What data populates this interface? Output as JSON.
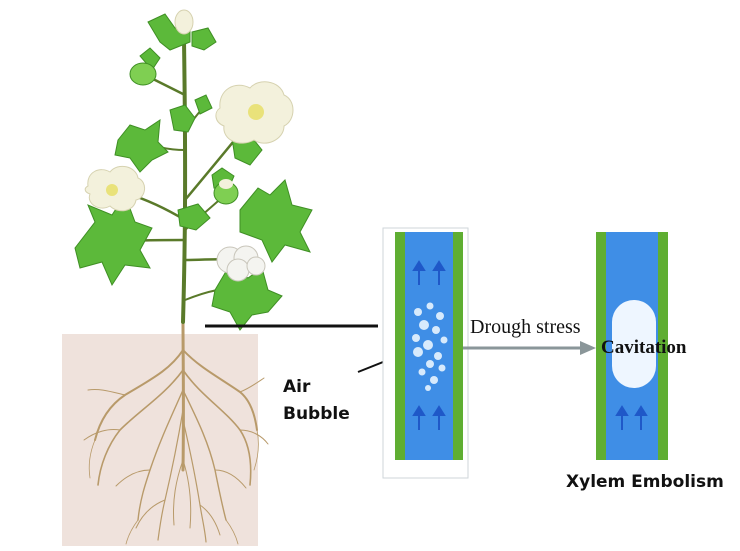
{
  "labels": {
    "air_bubble_line1": "Air",
    "air_bubble_line2": "Bubble",
    "drought_stress": "Drough stress",
    "cavitation": "Cavitation",
    "xylem_embolism": "Xylem Embolism"
  },
  "colors": {
    "leaf": "#5cb93a",
    "leaf_dark": "#3f8f24",
    "stem": "#5a7a2a",
    "flower": "#f3f1dc",
    "flower_center": "#e9e27a",
    "soil": "#efe2dc",
    "root": "#b89a6a",
    "xylem_wall": "#5fae32",
    "xylem_water": "#3f8ee6",
    "arrow_flow": "#1f58c8",
    "bubble": "#e8f4ff",
    "process_arrow": "#8a9699"
  },
  "icons": {
    "flow_arrow": "up-arrow-icon",
    "process_arrow": "right-arrow-icon"
  }
}
